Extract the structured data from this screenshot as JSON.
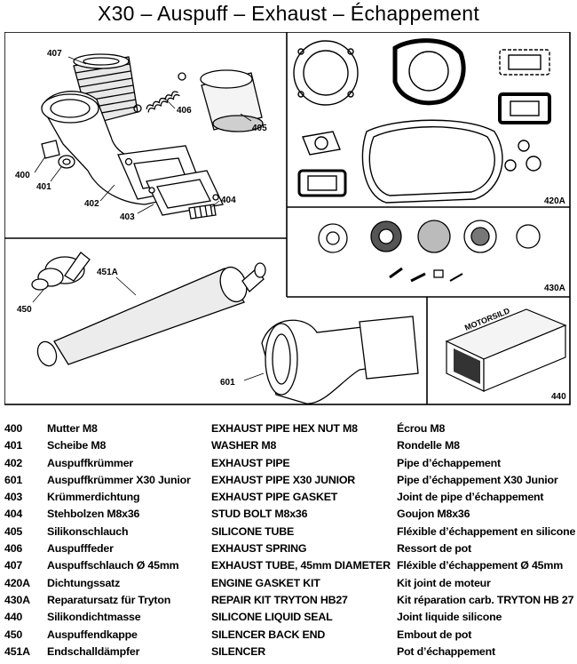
{
  "title": "X30 – Auspuff – Exhaust – Échappement",
  "callouts": {
    "c407": "407",
    "c406": "406",
    "c405": "405",
    "c400": "400",
    "c401": "401",
    "c402": "402",
    "c403": "403",
    "c404": "404",
    "c420A": "420A",
    "c430A": "430A",
    "c451A": "451A",
    "c450": "450",
    "c601": "601",
    "c440": "440"
  },
  "box_text": "MOTORSILD",
  "parts": [
    {
      "num": "400",
      "de": "Mutter M8",
      "en": "EXHAUST PIPE HEX NUT M8",
      "fr": "Écrou M8"
    },
    {
      "num": "401",
      "de": "Scheibe M8",
      "en": "WASHER M8",
      "fr": "Rondelle M8"
    },
    {
      "num": "402",
      "de": "Auspuffkrümmer",
      "en": "EXHAUST PIPE",
      "fr": "Pipe d’échappement"
    },
    {
      "num": "601",
      "de": "Auspuffkrümmer X30 Junior",
      "en": "EXHAUST PIPE X30 JUNIOR",
      "fr": "Pipe d’échappement X30 Junior"
    },
    {
      "num": "403",
      "de": "Krümmerdichtung",
      "en": "EXHAUST PIPE GASKET",
      "fr": "Joint de pipe d’échappement"
    },
    {
      "num": "404",
      "de": "Stehbolzen M8x36",
      "en": "STUD BOLT M8x36",
      "fr": "Goujon M8x36"
    },
    {
      "num": "405",
      "de": "Silikonschlauch",
      "en": "SILICONE TUBE",
      "fr": "Fléxible d’échappement en silicone"
    },
    {
      "num": "406",
      "de": "Auspufffeder",
      "en": "EXHAUST SPRING",
      "fr": "Ressort de pot"
    },
    {
      "num": "407",
      "de": "Auspuffschlauch Ø 45mm",
      "en": "EXHAUST TUBE, 45mm DIAMETER",
      "fr": "Fléxible d’échappement  Ø 45mm"
    },
    {
      "num": "420A",
      "de": "Dichtungssatz",
      "en": "ENGINE GASKET KIT",
      "fr": "Kit joint de moteur"
    },
    {
      "num": "430A",
      "de": "Reparatursatz für Tryton",
      "en": "REPAIR KIT TRYTON HB27",
      "fr": "Kit réparation carb. TRYTON HB 27"
    },
    {
      "num": "440",
      "de": "Silikondichtmasse",
      "en": "SILICONE LIQUID SEAL",
      "fr": "Joint liquide silicone"
    },
    {
      "num": "450",
      "de": "Auspuffendkappe",
      "en": "SILENCER BACK END",
      "fr": "Embout de pot"
    },
    {
      "num": "451A",
      "de": "Endschalldämpfer",
      "en": "SILENCER",
      "fr": "Pot d’échappement"
    }
  ]
}
